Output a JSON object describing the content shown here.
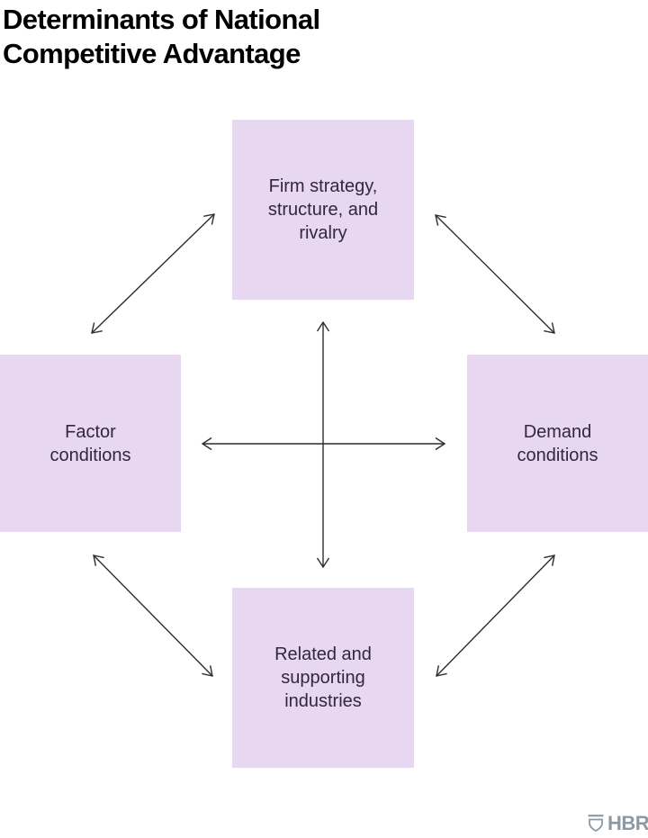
{
  "title": {
    "text": "Determinants of National Competitive Advantage",
    "lines": [
      "Determinants of National",
      "Competitive Advantage"
    ]
  },
  "diagram": {
    "type": "diamond-model",
    "nodes": [
      {
        "id": "firm-strategy",
        "label": "Firm strategy, structure, and rivalry"
      },
      {
        "id": "factor-conditions",
        "label": "Factor conditions"
      },
      {
        "id": "demand-conditions",
        "label": "Demand conditions"
      },
      {
        "id": "related-supporting",
        "label": "Related and supporting industries"
      }
    ],
    "connections": [
      {
        "from": "factor-conditions",
        "to": "firm-strategy",
        "style": "double-headed-arrow"
      },
      {
        "from": "firm-strategy",
        "to": "demand-conditions",
        "style": "double-headed-arrow"
      },
      {
        "from": "factor-conditions",
        "to": "demand-conditions",
        "style": "double-headed-arrow"
      },
      {
        "from": "firm-strategy",
        "to": "related-supporting",
        "style": "double-headed-arrow"
      },
      {
        "from": "factor-conditions",
        "to": "related-supporting",
        "style": "double-headed-arrow"
      },
      {
        "from": "related-supporting",
        "to": "demand-conditions",
        "style": "double-headed-arrow"
      }
    ],
    "colors": {
      "node_fill": "#e7d7f0",
      "node_text": "#31273f",
      "arrow": "#2d2d2d"
    }
  },
  "footer": {
    "brand": "HBR",
    "brand_color": "#8d99a4",
    "logo_icon": "hbr-shield-icon"
  }
}
